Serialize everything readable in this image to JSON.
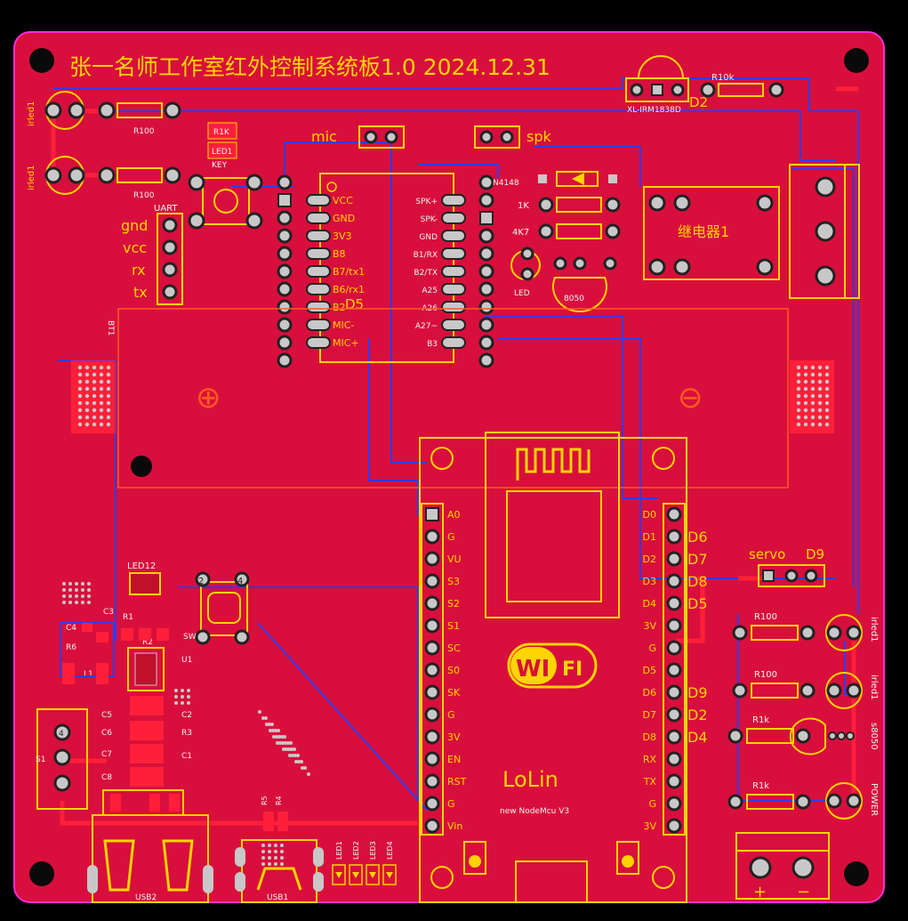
{
  "board": {
    "title": "张一名师工作室红外控制系统板1.0  2024.12.31",
    "colors": {
      "board": "#d80f3c",
      "copper": "#ff1f3a",
      "trace_bottom": "#2d3cff",
      "silk": "#ffd400",
      "outline": "#ff2bd8",
      "pad": "#c8c8c8",
      "background": "#000000"
    }
  },
  "top": {
    "irled_left_1": "irled1",
    "irled_left_2": "irled1",
    "r100_a": "R100",
    "r100_b": "R100",
    "r1k_key": "R1K",
    "led1_key": "LED1",
    "key_label": "KEY",
    "mic": "mic",
    "spk": "spk",
    "receiver": "XL-IRM1838D",
    "receiver_ref": "D2",
    "r10k": "R10k",
    "n4148": "N4148",
    "r1k": "1K",
    "r4k7": "4K7",
    "led": "LED",
    "transistor": "8050",
    "relay": "继电器1"
  },
  "uart": {
    "label": "UART",
    "pins": [
      "gnd",
      "vcc",
      "rx",
      "tx"
    ]
  },
  "module": {
    "ref": "D5",
    "left_pins": [
      "VCC",
      "GND",
      "3V3",
      "B8",
      "B7/tx1",
      "B6/rx1",
      "B2",
      "MIC-",
      "MIC+"
    ],
    "right_pins": [
      "SPK+",
      "SPK-",
      "GND",
      "B1/RX",
      "B2/TX",
      "A25",
      "A26",
      "A27~",
      "B3"
    ]
  },
  "battery": {
    "ref": "BT1",
    "plus": "⊕",
    "minus": "⊖"
  },
  "nodemcu": {
    "name": "LoLin",
    "subtitle": "new NodeMcu V3",
    "wifi_a": "WI",
    "wifi_b": "FI",
    "left_pins": [
      "A0",
      "G",
      "VU",
      "S3",
      "S2",
      "S1",
      "SC",
      "S0",
      "SK",
      "G",
      "3V",
      "EN",
      "RST",
      "G",
      "Vin"
    ],
    "right_pins": [
      "D0",
      "D1",
      "D2",
      "D3",
      "D4",
      "3V",
      "G",
      "D5",
      "D6",
      "D7",
      "D8",
      "RX",
      "TX",
      "G",
      "3V"
    ],
    "right_labels": [
      "D6",
      "D7",
      "D8",
      "D5",
      "D9",
      "D2",
      "D4"
    ]
  },
  "servo": {
    "label": "servo",
    "ref": "D9"
  },
  "right_bottom": {
    "r100_a": "R100",
    "r100_b": "R100",
    "r1k_a": "R1k",
    "r1k_b": "R1k",
    "irled_a": "irled1",
    "irled_b": "irled1",
    "transistor": "s8050",
    "power": "POWER",
    "plus": "+",
    "minus": "−"
  },
  "power_section": {
    "led12": "LED12",
    "r1": "R1",
    "r2": "R2",
    "c3": "C3",
    "c4": "C4",
    "r6": "R6",
    "l1": "L1",
    "u1": "U1",
    "sw2": "SW2",
    "c5": "C5",
    "c6": "C6",
    "c7": "C7",
    "c8": "C8",
    "c1": "C1",
    "c2": "C2",
    "r3": "R3",
    "sw_top_a": "2",
    "sw_top_b": "4",
    "s1": "S1",
    "s1_pin": "4",
    "usb2": "USB2",
    "usb1": "USB1",
    "r5": "R5",
    "r4": "R4",
    "leds": [
      "LED1",
      "LED2",
      "LED3",
      "LED4"
    ]
  }
}
